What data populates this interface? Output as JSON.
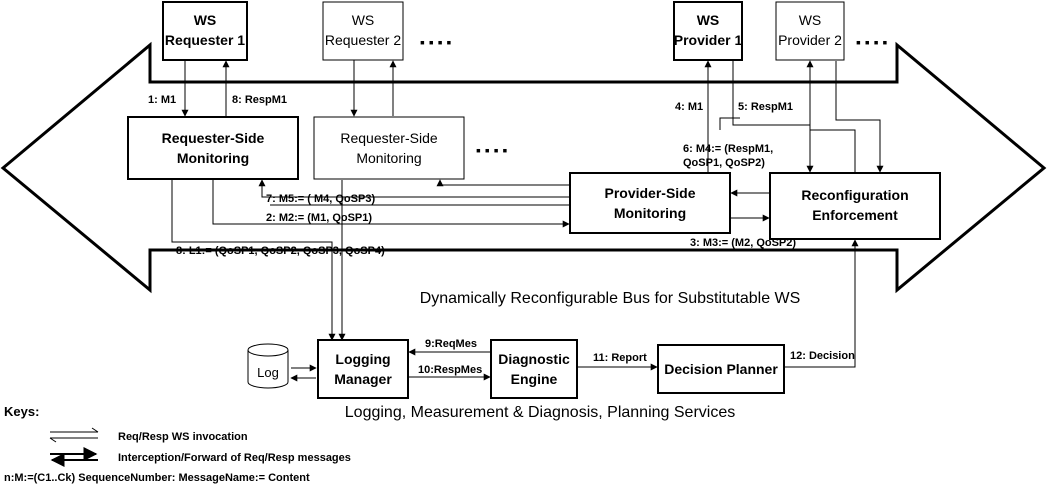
{
  "bus_label": "Dynamically Reconfigurable Bus for Substitutable WS",
  "services_label": "Logging, Measurement & Diagnosis, Planning Services",
  "ellipsis": "▪ ▪ ▪ ▪",
  "ws_requester_1": [
    "WS",
    "Requester 1"
  ],
  "ws_requester_2": [
    "WS",
    "Requester 2"
  ],
  "ws_provider_1": [
    "WS",
    "Provider 1"
  ],
  "ws_provider_2": [
    "WS",
    "Provider 2"
  ],
  "req_monitoring_1": [
    "Requester-Side",
    "Monitoring"
  ],
  "req_monitoring_2": [
    "Requester-Side",
    "Monitoring"
  ],
  "provider_monitoring": [
    "Provider-Side",
    "Monitoring"
  ],
  "reconfiguration": [
    "Reconfiguration",
    "Enforcement"
  ],
  "logging_manager": [
    "Logging",
    "Manager"
  ],
  "diagnostic_engine": [
    "Diagnostic",
    "Engine"
  ],
  "decision_planner": "Decision Planner",
  "log": "Log",
  "messages": {
    "m1_left": "1: M1",
    "resp_left": "8: RespM1",
    "m4_right": "4: M1",
    "resp_right": "5: RespM1",
    "m4_def_1": "6: M4:= (RespM1,",
    "m4_def_2": "QoSP1,  QoSP2)",
    "m5": "7: M5:= ( M4, QoSP3)",
    "m2": "2: M2:= (M1, QoSP1)",
    "m3": "3: M3:= (M2, QoSP2)",
    "l1": "8: L1:= (QoSP1,  QoSP2, QoSP3, QoSP4)",
    "reqmes": "9:ReqMes",
    "respmes": "10:RespMes",
    "report": "11: Report",
    "decision": "12: Decision"
  },
  "keys": {
    "title": "Keys:",
    "req_resp": "Req/Resp WS invocation",
    "intercept": "Interception/Forward of Req/Resp messages",
    "notation": "n:M:=(C1..Ck)   SequenceNumber: MessageName:= Content"
  }
}
